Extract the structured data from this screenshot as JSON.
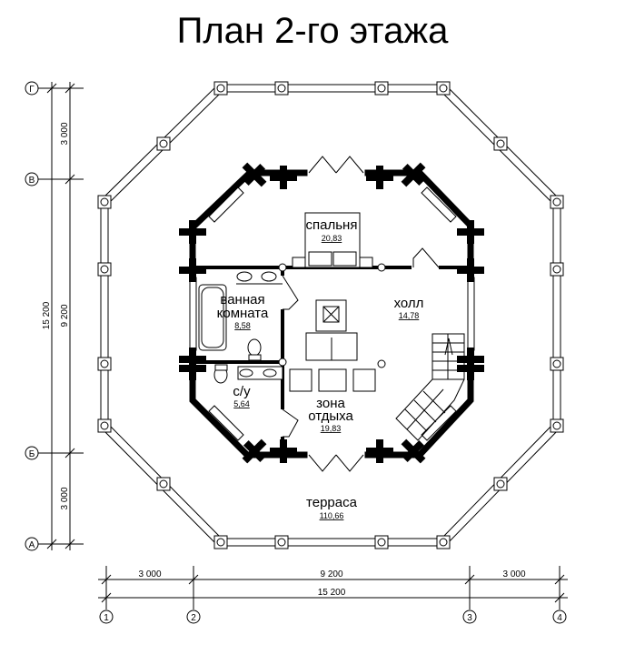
{
  "title": "План 2-го этажа",
  "rooms": [
    {
      "name": "спальня",
      "area": "20,83"
    },
    {
      "name": "ванная комната",
      "name_lines": [
        "ванная",
        "комната"
      ],
      "area": "8,58"
    },
    {
      "name": "холл",
      "area": "14,78"
    },
    {
      "name": "с/у",
      "area": "5,64"
    },
    {
      "name": "зона отдыха",
      "name_lines": [
        "зона",
        "отдыха"
      ],
      "area": "19,83"
    },
    {
      "name": "терраса",
      "area": "110,66"
    }
  ],
  "axes": {
    "rows": [
      "Г",
      "В",
      "Б",
      "А"
    ],
    "columns": [
      "1",
      "2",
      "3",
      "4"
    ]
  },
  "dimensions": {
    "vertical": {
      "segments": [
        "3 000",
        "9 200",
        "3 000"
      ],
      "total": "15 200"
    },
    "horizontal": {
      "segments": [
        "3 000",
        "9 200",
        "3 000"
      ],
      "total": "15 200"
    }
  },
  "colors": {
    "line": "#000000",
    "background": "#ffffff"
  }
}
